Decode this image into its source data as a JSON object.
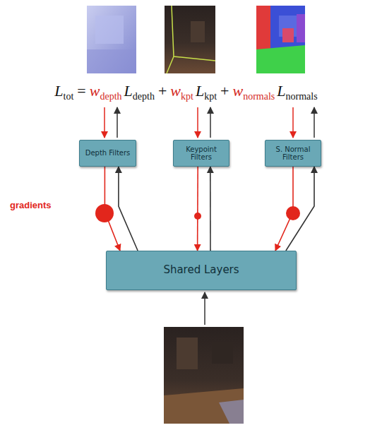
{
  "diagram": {
    "nodes": [
      {
        "text": [
          "Depth Filters"
        ]
      },
      {
        "text": [
          "Keypoint Filters"
        ]
      },
      {
        "text": [
          "S. Normal Filters"
        ]
      },
      {
        "text": [
          "Shared Layers"
        ]
      }
    ],
    "edges": [
      {
        "from": 0,
        "to": 3,
        "arrow": "to"
      },
      {
        "from": 3,
        "to": 0,
        "arrow": "to"
      },
      {
        "from": 1,
        "to": 3,
        "arrow": "to"
      },
      {
        "from": 3,
        "to": 1,
        "arrow": "to"
      },
      {
        "from": 2,
        "to": 3,
        "arrow": "to"
      },
      {
        "from": 3,
        "to": 2,
        "arrow": "to"
      }
    ],
    "labels": [
      "L",
      "tot",
      "=",
      "w",
      "depth",
      "L",
      "depth",
      "+",
      "w",
      "kpt",
      "L",
      "kpt",
      "+",
      "w",
      "normals",
      "L",
      "normals",
      "gradients"
    ]
  }
}
